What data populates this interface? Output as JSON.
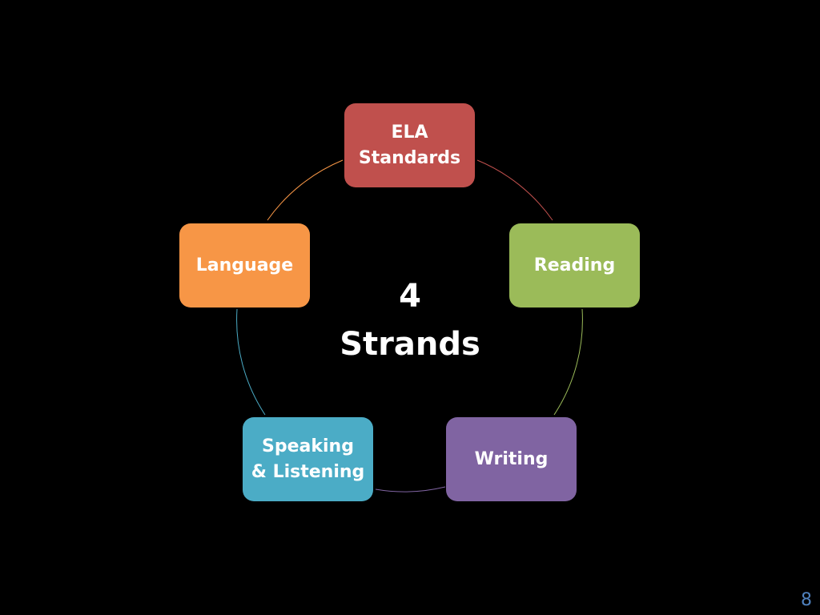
{
  "center": {
    "line1": "4",
    "line2": "Strands"
  },
  "nodes": [
    {
      "label": "ELA\nStandards",
      "color": "#c0504d"
    },
    {
      "label": "Reading",
      "color": "#9bbb59"
    },
    {
      "label": "Writing",
      "color": "#8064a2"
    },
    {
      "label": "Speaking\n& Listening",
      "color": "#4bacc6"
    },
    {
      "label": "Language",
      "color": "#f79646"
    }
  ],
  "page_number": "8",
  "page_number_color": "#4f81bd"
}
